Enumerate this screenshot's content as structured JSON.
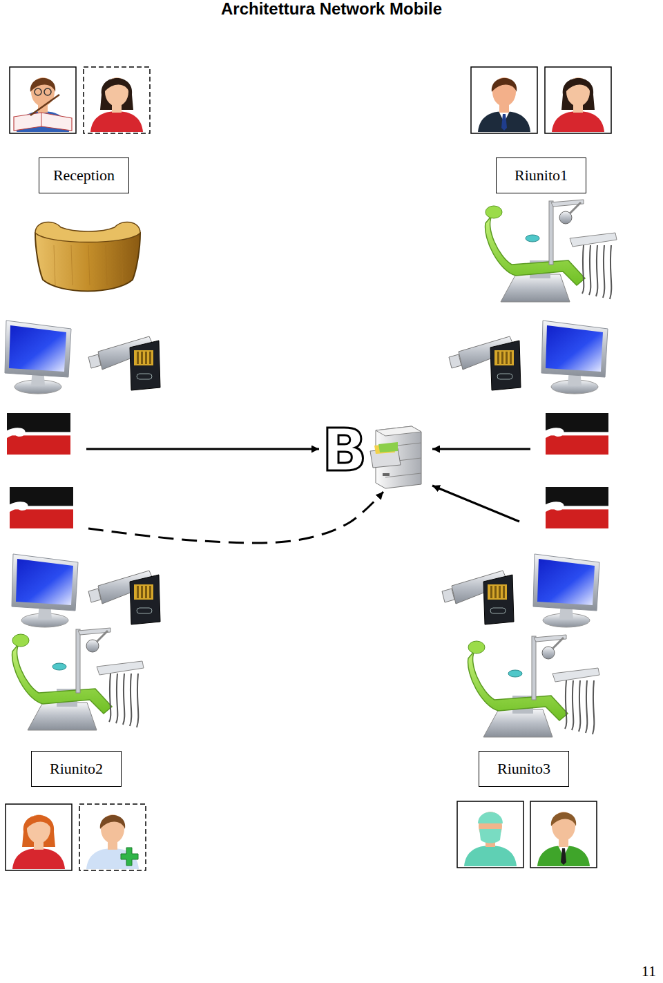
{
  "diagram": {
    "title": "Architettura Network Mobile",
    "nodes": [
      {
        "text": [
          "Reception"
        ]
      },
      {
        "text": [
          "Riunito1"
        ]
      },
      {
        "text": [
          "B"
        ]
      },
      {
        "text": [
          "Riunito2"
        ]
      },
      {
        "text": [
          "Riunito3"
        ]
      }
    ],
    "edges": [
      {
        "from": 0,
        "to": 2,
        "arrow": "to"
      },
      {
        "from": 1,
        "to": 2,
        "arrow": "to"
      },
      {
        "from": 3,
        "to": 2,
        "arrow": "to"
      },
      {
        "from": 4,
        "to": 2,
        "arrow": "to"
      }
    ],
    "labels": [
      "11"
    ]
  }
}
